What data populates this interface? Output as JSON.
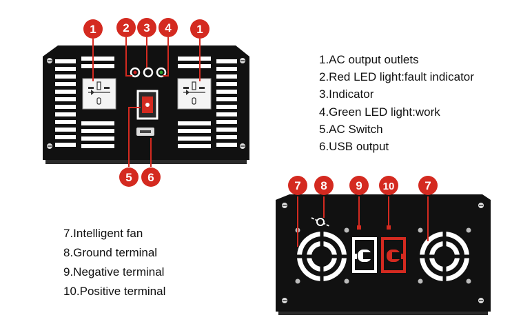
{
  "front_panel": {
    "callouts": [
      "1",
      "2",
      "3",
      "4",
      "1",
      "5",
      "6"
    ],
    "legend": [
      "1.AC output outlets",
      "2.Red LED light:fault indicator",
      "3.Indicator",
      "4.Green LED light:work",
      "5.AC Switch",
      "6.USB output"
    ]
  },
  "rear_panel": {
    "callouts": [
      "7",
      "8",
      "9",
      "10",
      "7"
    ],
    "legend": [
      "7.Intelligent fan",
      "8.Ground terminal",
      "9.Negative terminal",
      "10.Positive terminal"
    ]
  },
  "colors": {
    "panel": "#111111",
    "callout": "#d42a20",
    "positive_terminal": "#d42a20",
    "red_led": "#c81e1e",
    "green_led": "#2aa22a"
  }
}
